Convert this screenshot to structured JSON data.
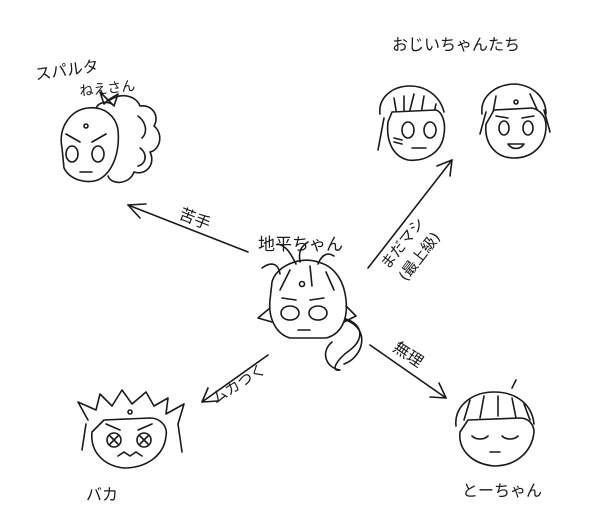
{
  "center": {
    "name": "地平ちゃん"
  },
  "characters": {
    "sparta": {
      "name_line1": "スパルタ",
      "name_line2": "ねえさん"
    },
    "ojii": {
      "name": "おじいちゃんたち"
    },
    "baka": {
      "name": "バカ"
    },
    "touchan": {
      "name": "とーちゃん"
    }
  },
  "relations": {
    "to_sparta": {
      "label": "苦手"
    },
    "to_ojii": {
      "label_line1": "まだマシ",
      "label_line2": "(最上級)"
    },
    "to_baka": {
      "label": "ムカつく"
    },
    "to_touchan": {
      "label": "無理"
    }
  },
  "colors": {
    "ink": "#1a1a1a",
    "background": "#ffffff"
  }
}
